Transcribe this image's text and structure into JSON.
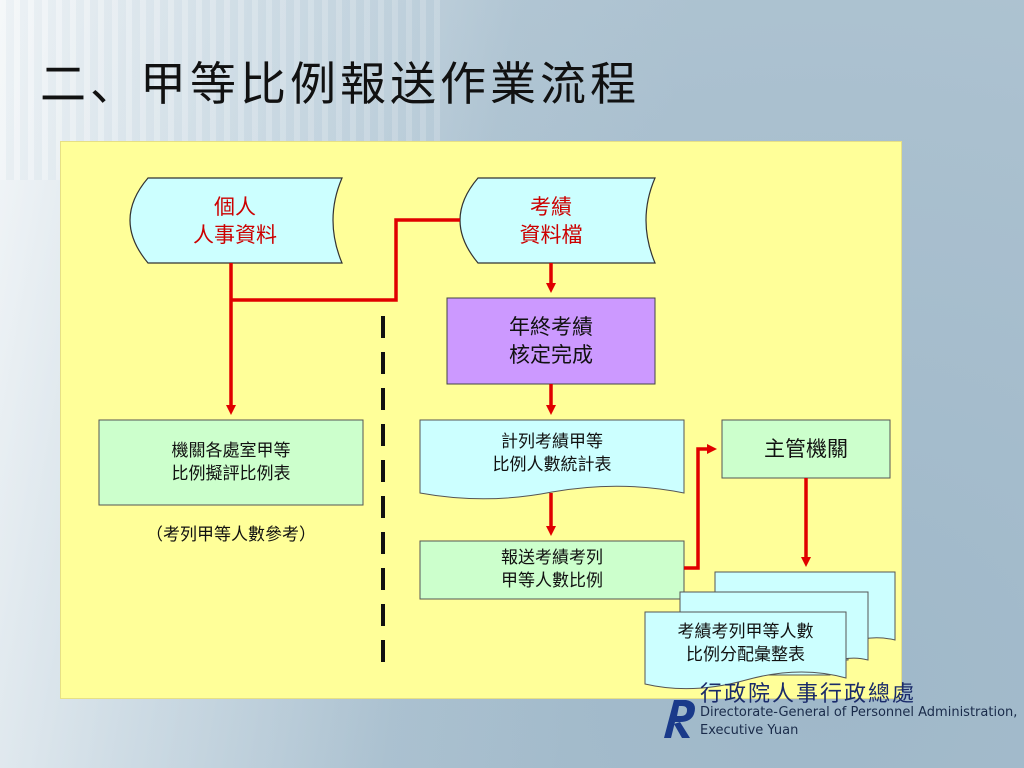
{
  "title": "二、甲等比例報送作業流程",
  "nodes": {
    "personal_hr": "個人\n人事資料",
    "evaluation_file": "考績\n資料檔",
    "year_end": "年終考績\n核定完成",
    "agency_form": "機關各處室甲等\n比例擬評比例表",
    "reference_note": "（考列甲等人數參考）",
    "stats_table": "計列考績甲等\n比例人數統計表",
    "report": "報送考績考列\n甲等人數比例",
    "competent_authority": "主管機關",
    "summary_table": "考績考列甲等人數\n比例分配彙整表"
  },
  "logo": {
    "cn": "行政院人事行政總處",
    "en": "Directorate-General of Personnel Administration,\nExecutive Yuan"
  },
  "colors": {
    "panel": "#ffff99",
    "storage_fill": "#ccffff",
    "process_fill": "#cc99ff",
    "document_fill": "#ccffcc",
    "arrow": "#e00000"
  }
}
